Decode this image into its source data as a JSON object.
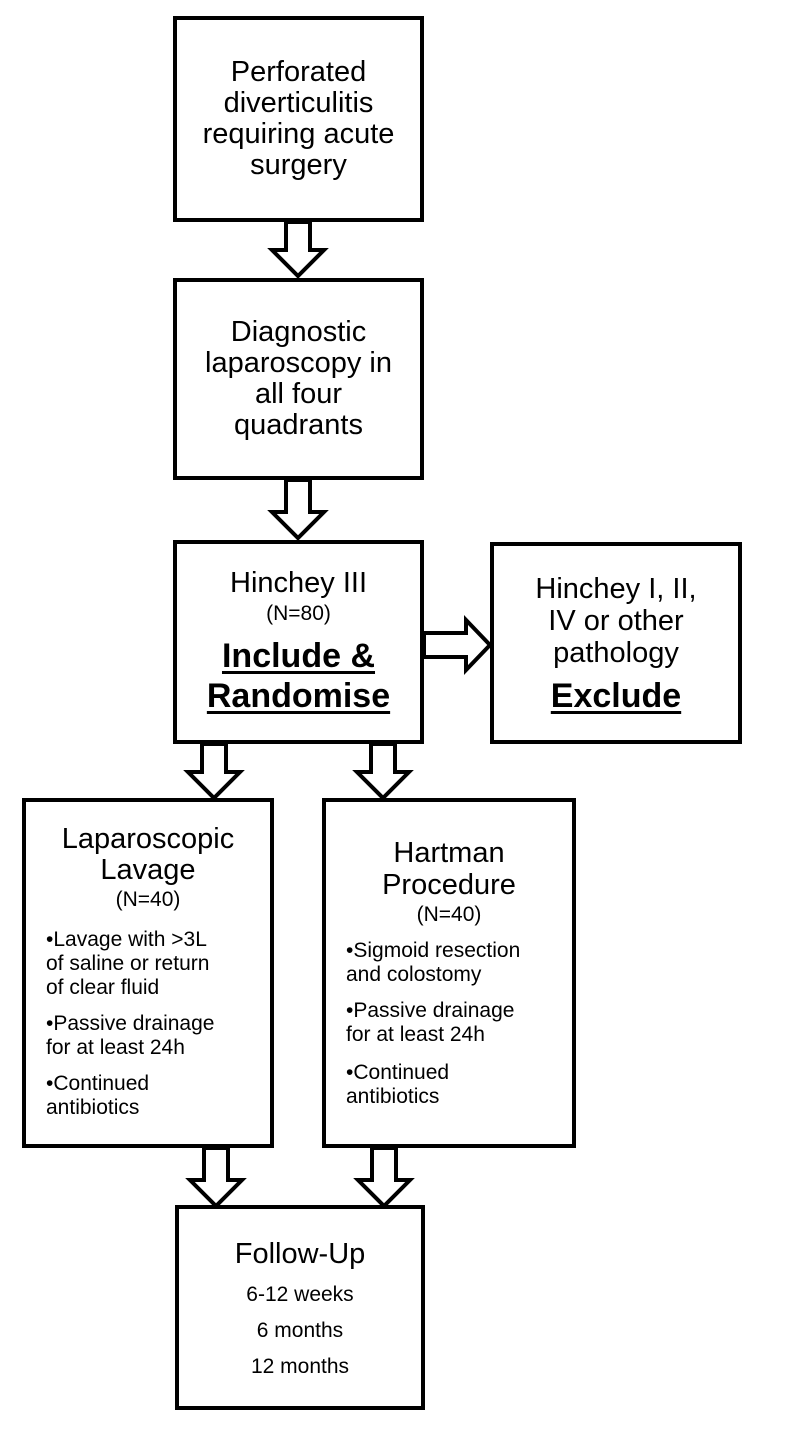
{
  "box_start": {
    "lines": [
      "Perforated",
      "diverticulitis",
      "requiring acute",
      "surgery"
    ]
  },
  "box_laparoscopy": {
    "lines": [
      "Diagnostic",
      "laparoscopy in",
      "all four",
      "quadrants"
    ]
  },
  "box_hinchey": {
    "title": "Hinchey III",
    "count": "(N=80)",
    "action_lines": [
      "Include &",
      "Randomise"
    ]
  },
  "box_exclude": {
    "lines": [
      "Hinchey I, II,",
      "IV or other",
      "pathology"
    ],
    "action": "Exclude"
  },
  "box_lavage": {
    "title_lines": [
      "Laparoscopic",
      "Lavage"
    ],
    "count": "(N=40)",
    "bullets": [
      [
        "•Lavage with >3L",
        "of saline or return",
        "of clear fluid"
      ],
      [
        "•Passive drainage",
        "for at least 24h"
      ],
      [
        "•Continued",
        "antibiotics"
      ]
    ]
  },
  "box_hartman": {
    "title_lines": [
      "Hartman",
      "Procedure"
    ],
    "count": "(N=40)",
    "bullets": [
      [
        "•Sigmoid resection",
        "and colostomy"
      ],
      [
        "•Passive drainage",
        "for at least 24h"
      ],
      [
        "•Continued",
        "antibiotics"
      ]
    ]
  },
  "box_followup": {
    "title": "Follow-Up",
    "times": [
      "6-12 weeks",
      "6 months",
      "12 months"
    ]
  }
}
